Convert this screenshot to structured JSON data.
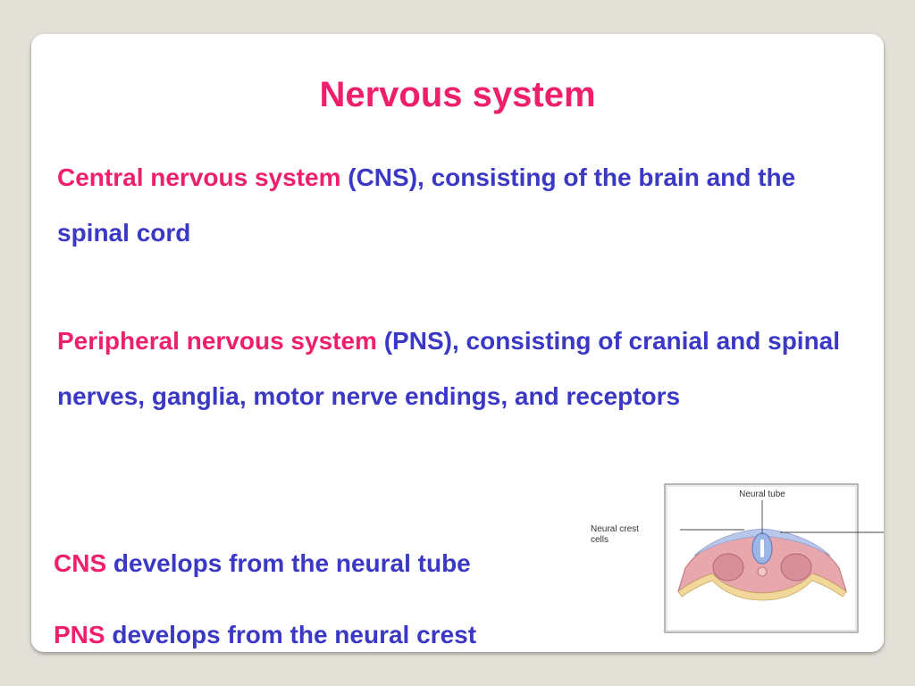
{
  "slide": {
    "title": "Nervous system",
    "cns_paragraph": {
      "term": "Central nervous system",
      "rest": " (CNS), consisting of the brain and the spinal cord"
    },
    "pns_paragraph": {
      "term": "Peripheral nervous system",
      "rest": " (PNS), consisting of cranial and spinal nerves, ganglia, motor nerve endings, and receptors"
    },
    "cns_line": {
      "term": "CNS",
      "rest": " develops from the neural tube"
    },
    "pns_line": {
      "term": "PNS",
      "rest": " develops from the neural crest"
    }
  },
  "figure": {
    "label_neural_tube": "Neural tube",
    "label_neural_crest_line1": "Neural crest",
    "label_neural_crest_line2": "cells"
  },
  "colors": {
    "background": "#e3e0d8",
    "title": "#ee1f6b",
    "highlight": "#ee1f6b",
    "body_text": "#3a38c4"
  }
}
